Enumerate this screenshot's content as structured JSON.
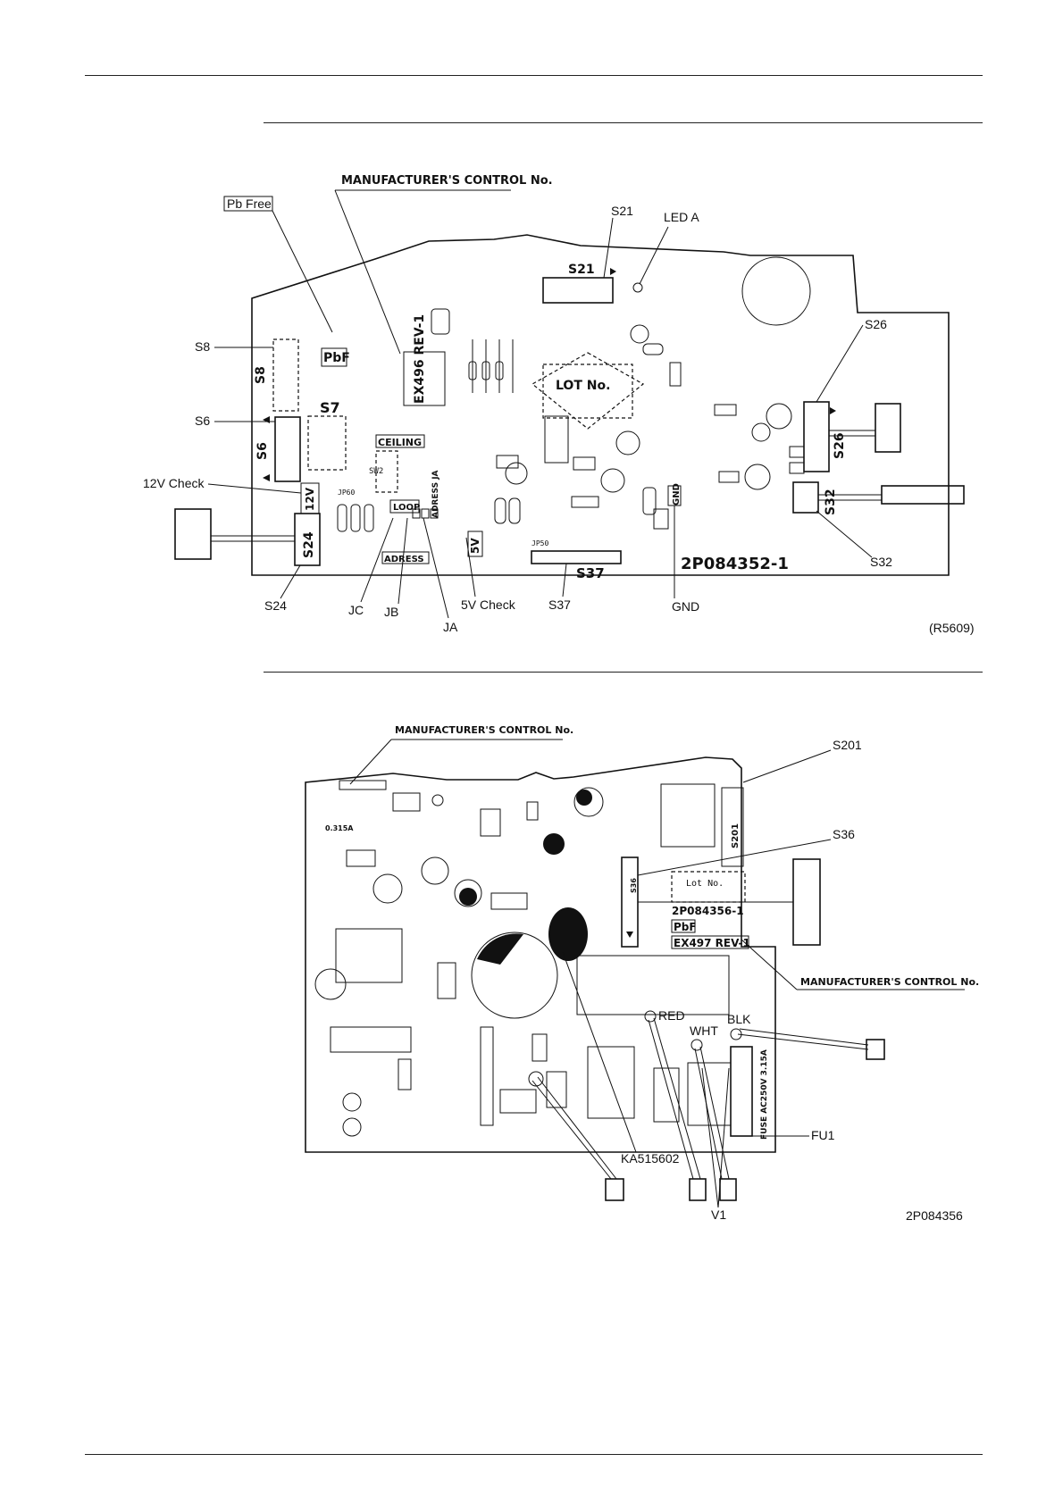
{
  "diagram1": {
    "mfr_control": "MANUFACTURER'S CONTROL No.",
    "pb_free": "Pb Free",
    "pbf": "PbF",
    "rev_code": "EX496 REV-1",
    "lot_no": "LOT No.",
    "part_no": "2P084352-1",
    "ceiling": "CEILING",
    "loop": "LOOP",
    "adress": "ADRESS",
    "adress_ja": "ADRESS JA",
    "silk_12v": "12V",
    "silk_5v": "5V",
    "silk_gnd": "GND",
    "silk_s7": "S7",
    "silk_s8": "S8",
    "silk_s6": "S6",
    "silk_s21": "S21",
    "silk_s24": "S24",
    "silk_s26": "S26",
    "silk_s32": "S32",
    "silk_s37": "S37",
    "callouts": {
      "s8": "S8",
      "s6": "S6",
      "check12v": "12V Check",
      "s24": "S24",
      "jc": "JC",
      "jb": "JB",
      "ja": "JA",
      "check5v": "5V Check",
      "s37": "S37",
      "gnd": "GND",
      "s32": "S32",
      "s26": "S26",
      "s21": "S21",
      "leda": "LED A"
    },
    "figure_ref": "(R5609)"
  },
  "diagram2": {
    "mfr_control_top": "MANUFACTURER'S CONTROL No.",
    "mfr_control_right": "MANUFACTURER'S CONTROL No.",
    "part_no": "2P084356-1",
    "pbf": "PbF",
    "rev_code": "EX497 REV-1",
    "lot_no": "Lot No.",
    "silk_s36": "S36",
    "silk_s201": "S201",
    "fuse_text": "FUSE AC250V 3.15A",
    "fuse_small": "0.315A",
    "callouts": {
      "s201": "S201",
      "s36": "S36",
      "red": "RED",
      "wht": "WHT",
      "blk": "BLK",
      "fu1": "FU1",
      "ka": "KA515602",
      "v1": "V1"
    },
    "figure_ref": "2P084356"
  }
}
